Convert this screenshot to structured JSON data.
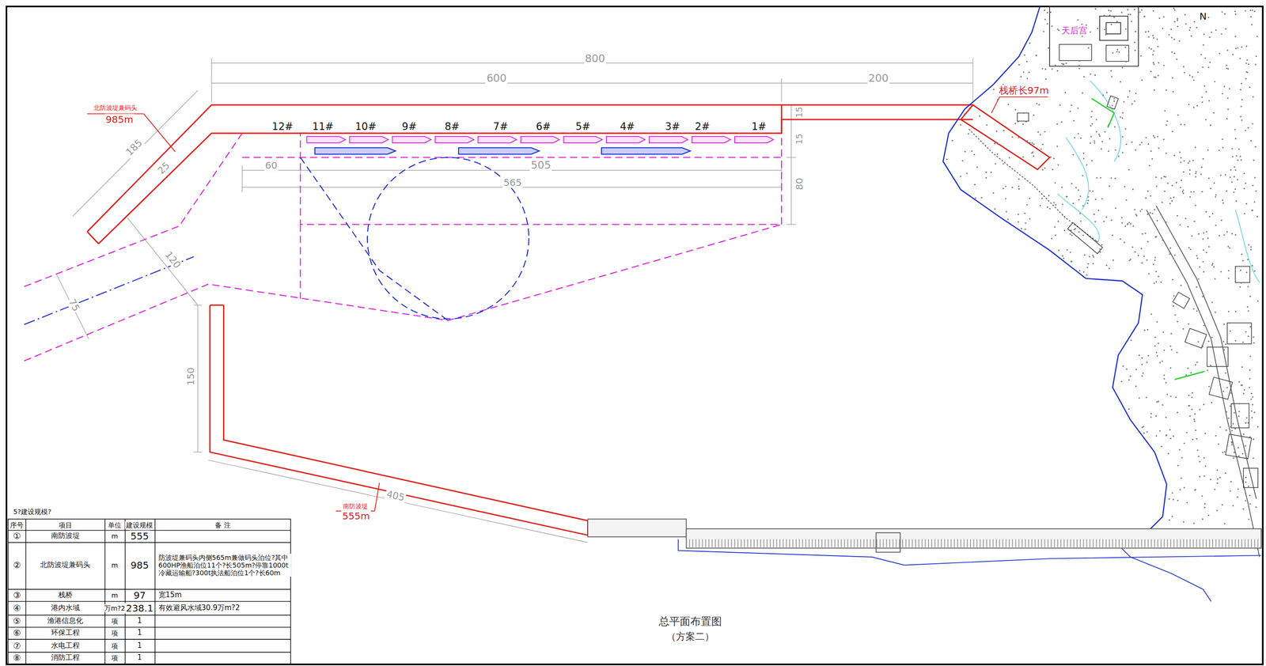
{
  "diagram": {
    "title": "总平面布置图",
    "caption": "（方案二）",
    "labels": [
      "800",
      "600",
      "200",
      "北防波堤兼码头",
      "985m",
      "12#",
      "11#",
      "10#",
      "9#",
      "8#",
      "7#",
      "6#",
      "5#",
      "4#",
      "3#",
      "2#",
      "1#",
      "185",
      "25",
      "60",
      "505",
      "565",
      "15",
      "15",
      "80",
      "120",
      "75",
      "栈桥长97m",
      "天后宫",
      "N",
      "150",
      "405",
      "南防波堤",
      "555m",
      "5?建设规模?",
      "序号",
      "项目",
      "单位",
      "建设规模",
      "备 注",
      "①",
      "南防波堤",
      "m",
      "555",
      "②",
      "北防波堤兼码头",
      "m",
      "985",
      "防波堤兼码头内侧565m兼做码头泊位?其中600HP渔船泊位11个?长505m?停靠1000t冷藏运输船?300t执法船泊位1个?长60m",
      "③",
      "栈桥",
      "m",
      "97",
      "宽15m",
      "④",
      "港内水域",
      "万m?2",
      "238.1",
      "有效避风水域30.9万m?2",
      "⑤",
      "渔港信息化",
      "项",
      "1",
      "⑥",
      "环保工程",
      "项",
      "1",
      "⑦",
      "水电工程",
      "项",
      "1",
      "⑧",
      "消防工程",
      "项",
      "1"
    ]
  }
}
